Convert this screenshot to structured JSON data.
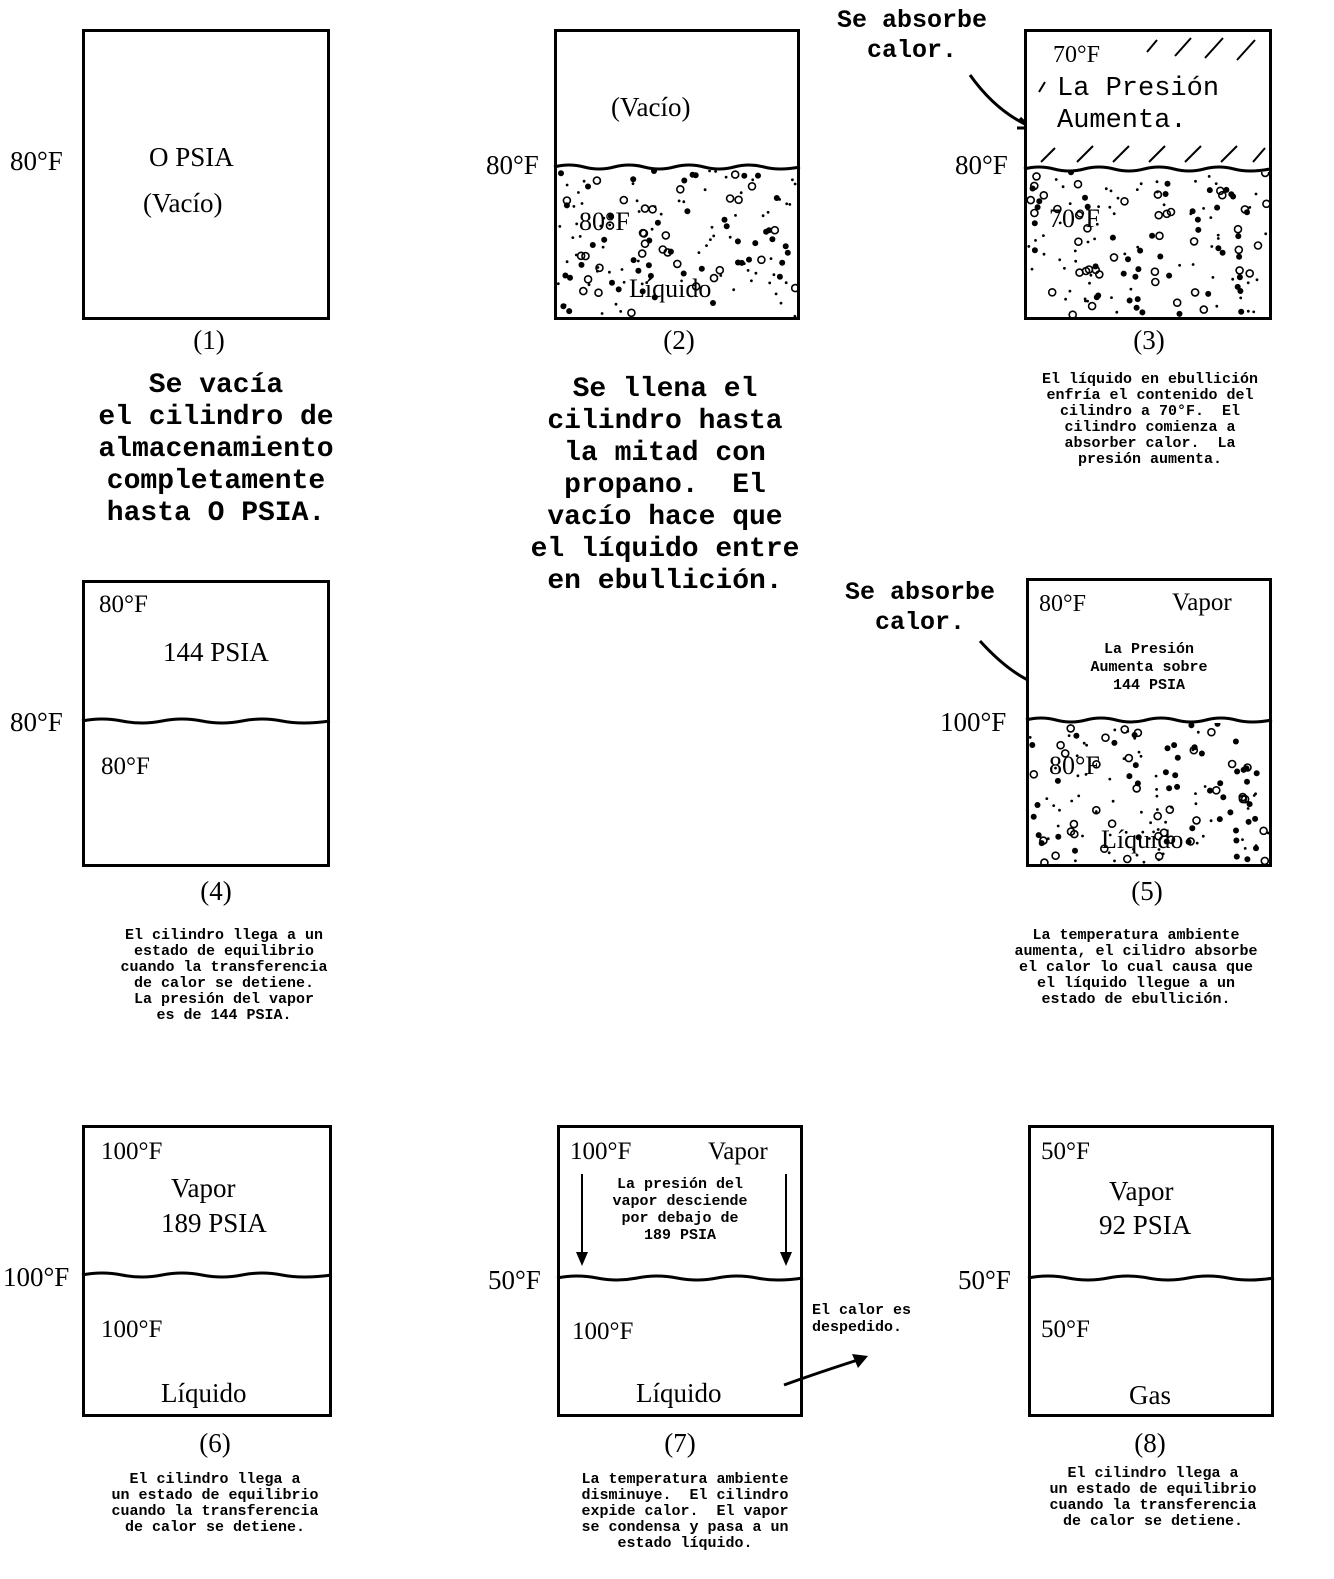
{
  "panels": [
    {
      "number": "(1)",
      "outside_temp": "80°F",
      "lines": [
        "O PSIA",
        "(Vacío)"
      ],
      "caption": "Se vacía\nel cilindro de\nalmacenamiento\ncompletamente\nhasta O PSIA."
    },
    {
      "number": "(2)",
      "outside_temp": "80°F",
      "top": "(Vacío)",
      "liquid_temp": "80°F",
      "liquid_label": "Líquido",
      "caption": "Se llena el\ncilindro hasta\nla mitad con\npropano.  El\nvacío hace que\nel líquido entre\nen ebullición."
    },
    {
      "number": "(3)",
      "outside_temp": "80°F",
      "note": "Se absorbe\ncalor.",
      "top_temp": "70°F",
      "top_lines": [
        "La Presión",
        "Aumenta."
      ],
      "liquid_temp": "70°F",
      "caption": "El líquido en ebullición\nenfría el contenido del\ncilindro a 70°F.  El\ncilindro comienza a\nabsorber calor.  La\npresión aumenta."
    },
    {
      "number": "(4)",
      "outside_temp": "80°F",
      "top_temp": "80°F",
      "top_value": "144 PSIA",
      "bottom_temp": "80°F",
      "caption": "El cilindro llega a un\nestado de equilibrio\ncuando la transferencia\nde calor se detiene.\nLa presión del vapor\nes de 144 PSIA."
    },
    {
      "number": "(5)",
      "outside_temp": "100°F",
      "note": "Se absorbe\ncalor.",
      "top_temp": "80°F",
      "top_right": "Vapor",
      "top_lines": [
        "La Presión",
        "Aumenta sobre",
        "144 PSIA"
      ],
      "liquid_temp": "80°F",
      "liquid_label": "Líquido",
      "caption": "La temperatura ambiente\naumenta, el cilidro absorbe\nel calor lo cual causa que\nel líquido llegue a un\nestado de ebullición."
    },
    {
      "number": "(6)",
      "outside_temp": "100°F",
      "top_temp": "100°F",
      "top_lines": [
        "Vapor",
        "189 PSIA"
      ],
      "bottom_temp": "100°F",
      "bottom_label": "Líquido",
      "caption": "El cilindro llega a\nun estado de equilibrio\ncuando la transferencia\nde calor se detiene."
    },
    {
      "number": "(7)",
      "outside_temp": "50°F",
      "top_temp": "100°F",
      "top_right": "Vapor",
      "top_lines": [
        "La presión del",
        "vapor desciende",
        "por debajo  de",
        "189 PSIA"
      ],
      "bottom_temp": "100°F",
      "bottom_label": "Líquido",
      "side_note": "El calor es\ndespedido.",
      "caption": "La temperatura ambiente\ndisminuye.  El cilindro\nexpide calor.  El vapor\nse condensa y pasa a un\nestado líquido."
    },
    {
      "number": "(8)",
      "outside_temp": "50°F",
      "top_temp": "50°F",
      "top_lines": [
        "Vapor",
        "92 PSIA"
      ],
      "bottom_temp": "50°F",
      "bottom_label": "Gas",
      "caption": "El cilindro llega a\nun estado de equilibrio\ncuando la transferencia\nde calor se detiene."
    }
  ]
}
